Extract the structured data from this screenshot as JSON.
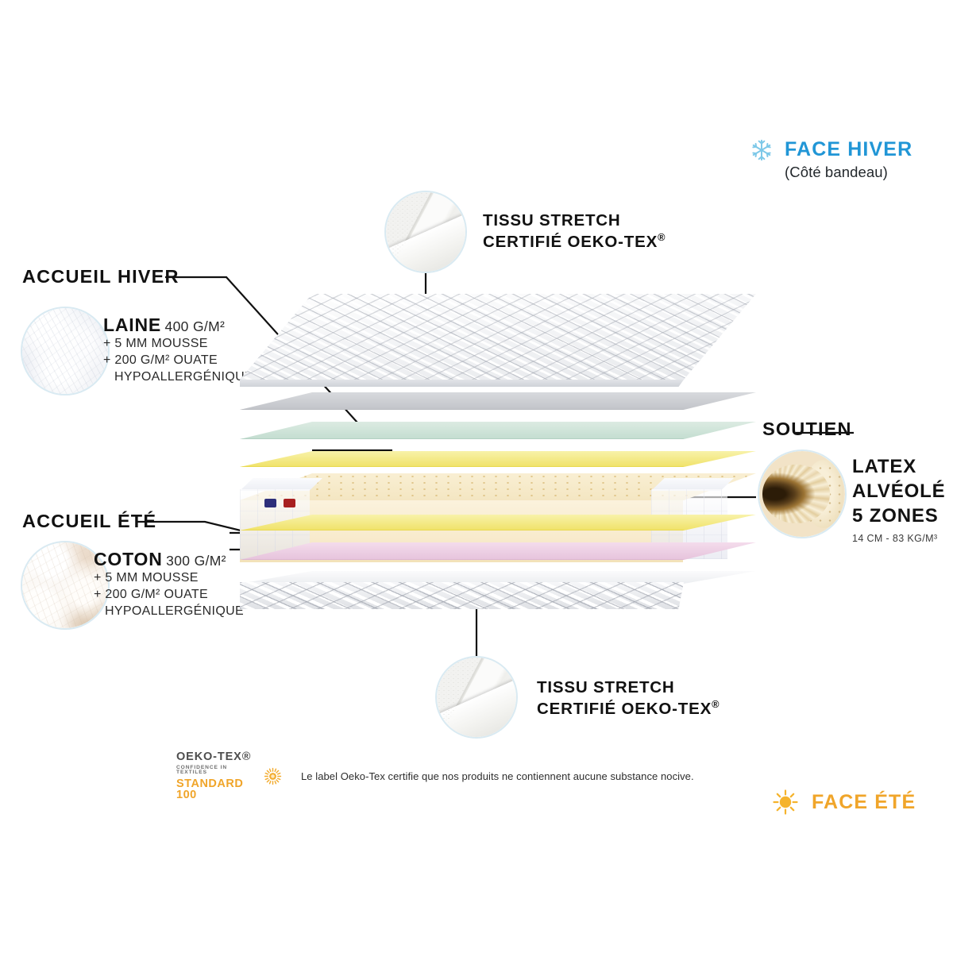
{
  "face_hiver": {
    "icon": "snowflake-icon",
    "title": "FACE HIVER",
    "subtitle": "(Côté bandeau)",
    "color": "#2196d6"
  },
  "face_ete": {
    "icon": "sun-icon",
    "title": "FACE ÉTÉ",
    "color": "#f0a52a"
  },
  "callouts": {
    "tissu_top": {
      "line1": "TISSU STRETCH",
      "line2": "CERTIFIÉ OEKO-TEX",
      "sup": "®",
      "swatch": "fabric-swatch"
    },
    "tissu_bottom": {
      "line1": "TISSU STRETCH",
      "line2": "CERTIFIÉ OEKO-TEX",
      "sup": "®",
      "swatch": "fabric-swatch"
    },
    "accueil_hiver": {
      "section": "ACCUEIL HIVER",
      "material": "LAINE",
      "grammage": "400 G/M²",
      "detail1": "+ 5 MM MOUSSE",
      "detail2": "+ 200 G/M² OUATE",
      "detail3": "HYPOALLERGÉNIQUE",
      "swatch": "wool-fibre-swatch"
    },
    "accueil_ete": {
      "section": "ACCUEIL ÉTÉ",
      "material": "COTON",
      "grammage": "300 G/M²",
      "detail1": "+ 5 MM MOUSSE",
      "detail2": "+ 200 G/M² OUATE",
      "detail3": "HYPOALLERGÉNIQUE",
      "swatch": "cotton-fibre-swatch"
    },
    "soutien": {
      "section": "SOUTIEN",
      "line1": "LATEX",
      "line2": "ALVÉOLÉ",
      "line3": "5 ZONES",
      "spec": "14 CM - 83 KG/M³",
      "swatch": "latex-cone-swatch"
    }
  },
  "mattress_layers": [
    {
      "name": "tissu-stretch-top",
      "color": "#f1f2f4"
    },
    {
      "name": "ouate-grey",
      "color": "#c9cbcf"
    },
    {
      "name": "mousse-mint",
      "color": "#cfe2d8"
    },
    {
      "name": "laine-yellow",
      "color": "#f2e46b"
    },
    {
      "name": "latex-core",
      "color": "#f7ecca"
    },
    {
      "name": "coton-yellow",
      "color": "#f2e46b"
    },
    {
      "name": "mousse-pink",
      "color": "#eccfe2"
    },
    {
      "name": "tissu-stretch-bottom",
      "color": "#f1f2f4"
    }
  ],
  "side_panel_tags": [
    {
      "name": "tag-blue",
      "color": "#2d2f7a"
    },
    {
      "name": "tag-red",
      "color": "#a82020"
    }
  ],
  "oeko_tex": {
    "brand": "OEKO-TEX®",
    "tagline": "CONFIDENCE IN TEXTILES",
    "standard": "STANDARD 100",
    "note": "Le label Oeko-Tex certifie que nos produits ne contiennent aucune substance nocive.",
    "accent": "#f0a52a"
  }
}
